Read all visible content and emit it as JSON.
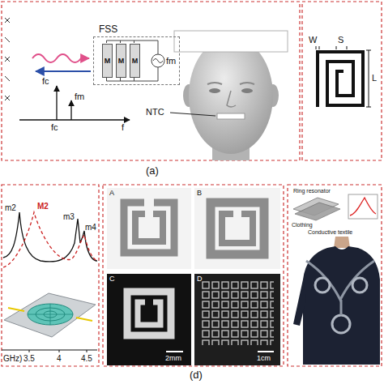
{
  "diagram": {
    "nodes": [
      {
        "text": [
          "FSS"
        ]
      },
      {
        "text": [
          "M"
        ],
        "in": 0
      },
      {
        "text": [
          "M"
        ],
        "in": 0
      },
      {
        "text": [
          "M"
        ],
        "in": 0
      }
    ],
    "labels": [
      "fc",
      "fm",
      "fm",
      "fc",
      "f",
      "NTC",
      "W",
      "S",
      "L",
      "(a)",
      "m2",
      "M2",
      "m3",
      "m4",
      "3.5",
      "4",
      "4.5",
      "GHz)",
      "A",
      "B",
      "C",
      "D",
      "2mm",
      "1cm",
      "Ring resonator",
      "Clothing",
      "Conductive textile",
      "(d)"
    ]
  }
}
